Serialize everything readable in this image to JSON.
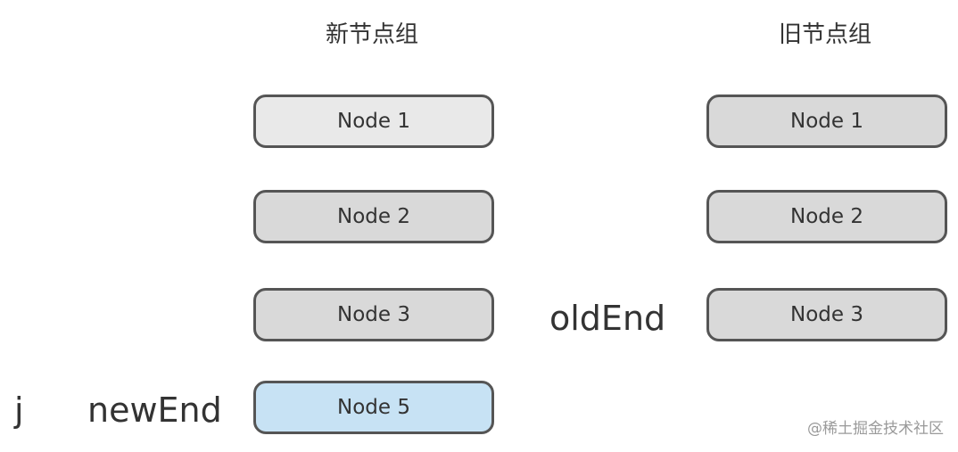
{
  "new_group": {
    "title": "新节点组",
    "nodes": [
      {
        "label": "Node 1",
        "fill": "#e9e9e9"
      },
      {
        "label": "Node 2",
        "fill": "#d9d9d9"
      },
      {
        "label": "Node 3",
        "fill": "#d9d9d9"
      },
      {
        "label": "Node 5",
        "fill": "#c7e2f4"
      }
    ]
  },
  "old_group": {
    "title": "旧节点组",
    "nodes": [
      {
        "label": "Node 1",
        "fill": "#d9d9d9"
      },
      {
        "label": "Node 2",
        "fill": "#d9d9d9"
      },
      {
        "label": "Node 3",
        "fill": "#d9d9d9"
      }
    ]
  },
  "pointers": {
    "j": "j",
    "new_end": "newEnd",
    "old_end": "oldEnd"
  },
  "watermark": "@稀土掘金技术社区",
  "colors": {
    "node_border": "#555555",
    "node_default": "#d9d9d9",
    "node_light": "#e9e9e9",
    "node_new": "#c7e2f4",
    "text": "#333333"
  }
}
